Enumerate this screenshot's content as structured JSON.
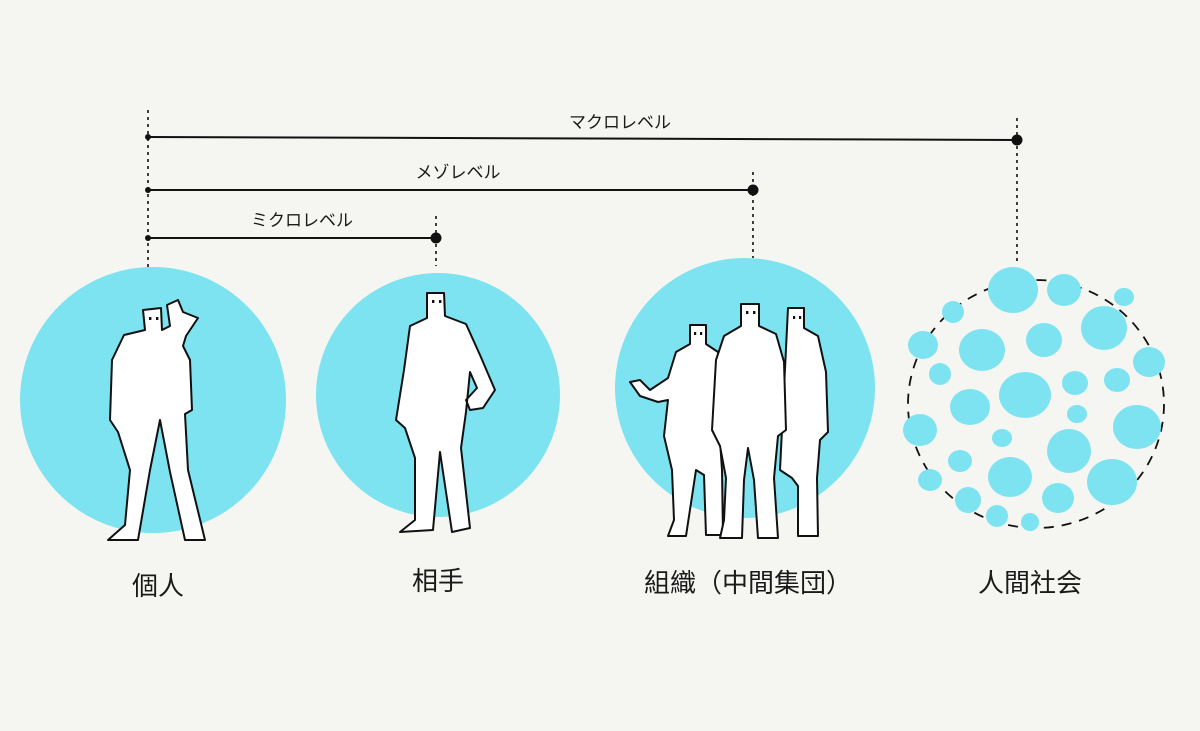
{
  "levels": {
    "macro": "マクロレベル",
    "meso": "メゾレベル",
    "micro": "ミクロレベル"
  },
  "captions": {
    "individual": "個人",
    "partner": "相手",
    "organization": "組織（中間集団）",
    "society": "人間社会"
  },
  "colors": {
    "background": "#f5f6f1",
    "circle": "#7de3f0",
    "ink": "#111111"
  }
}
